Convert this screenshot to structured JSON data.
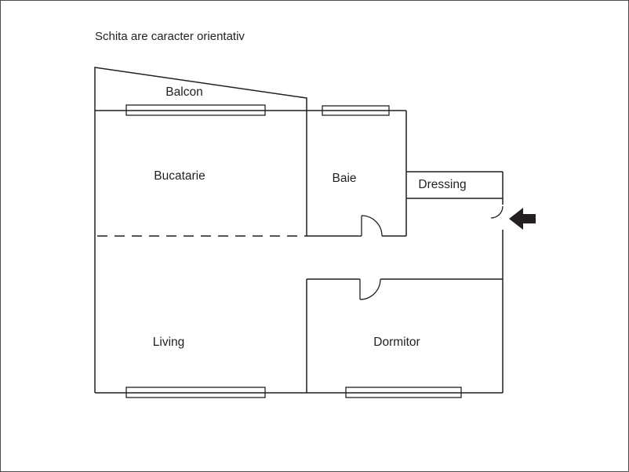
{
  "title": "Schita are caracter orientativ",
  "rooms": {
    "balcon": "Balcon",
    "bucatarie": "Bucatarie",
    "baie": "Baie",
    "dressing": "Dressing",
    "living": "Living",
    "dormitor": "Dormitor"
  },
  "icons": {
    "entrance_arrow": "arrow-left"
  },
  "colors": {
    "line": "#231f20",
    "background": "#ffffff"
  }
}
